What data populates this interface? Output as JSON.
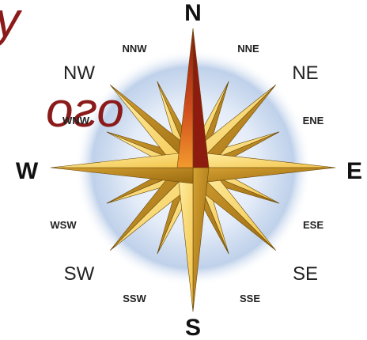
{
  "overlay": {
    "fragment_top": "у",
    "fragment_mid": "ого"
  },
  "compass": {
    "cardinals": {
      "N": "N",
      "E": "E",
      "S": "S",
      "W": "W"
    },
    "intercardinals": {
      "NE": "NE",
      "SE": "SE",
      "SW": "SW",
      "NW": "NW"
    },
    "secondary": {
      "NNE": "NNE",
      "ENE": "ENE",
      "ESE": "ESE",
      "SSE": "SSE",
      "SSW": "SSW",
      "WSW": "WSW",
      "WNW": "WNW",
      "NNW": "NNW"
    }
  },
  "colors": {
    "halo": "#b8cce8",
    "gold_light": "#f7d774",
    "gold_dark": "#b8860b",
    "north_red": "#c0392b",
    "north_orange": "#e8742a",
    "overlay_text": "#8b1a1a"
  }
}
